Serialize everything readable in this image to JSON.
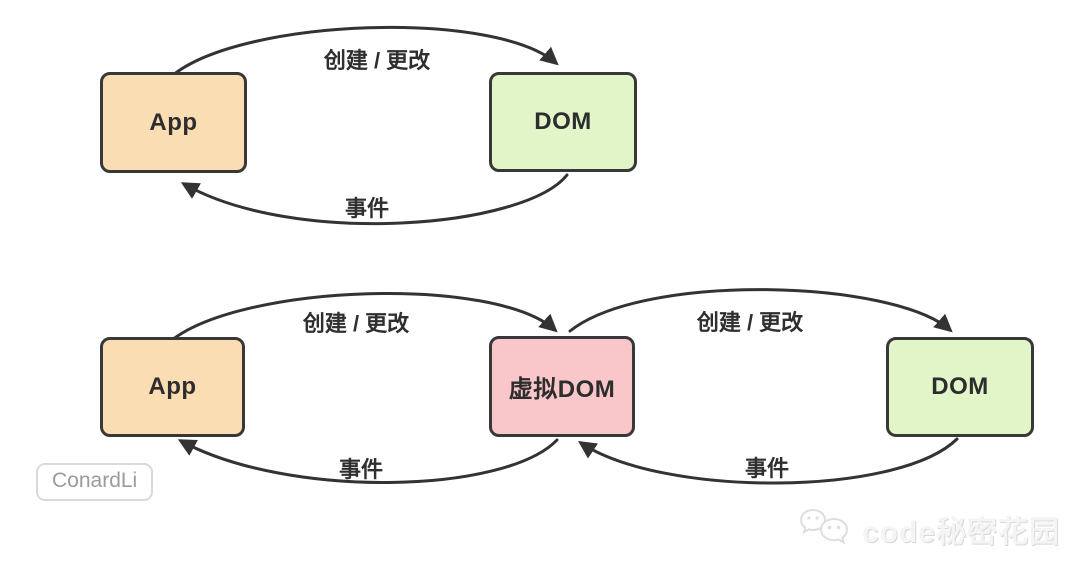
{
  "colors": {
    "app_fill": "#FBDDB4",
    "vdom_fill": "#F9C7C9",
    "dom_fill": "#E1F5C8",
    "node_border": "#383838",
    "arrow": "#333333"
  },
  "diagram1": {
    "name": "direct-dom-cycle",
    "nodes": [
      {
        "id": "app",
        "label": "App"
      },
      {
        "id": "dom",
        "label": "DOM"
      }
    ],
    "edges": [
      {
        "from": "app",
        "to": "dom",
        "label": "创建 / 更改"
      },
      {
        "from": "dom",
        "to": "app",
        "label": "事件"
      }
    ]
  },
  "diagram2": {
    "name": "virtual-dom-cycle",
    "nodes": [
      {
        "id": "app",
        "label": "App"
      },
      {
        "id": "vdom",
        "label": "虚拟DOM"
      },
      {
        "id": "dom",
        "label": "DOM"
      }
    ],
    "edges": [
      {
        "from": "app",
        "to": "vdom",
        "label": "创建 / 更改"
      },
      {
        "from": "vdom",
        "to": "dom",
        "label": "创建 / 更改"
      },
      {
        "from": "vdom",
        "to": "app",
        "label": "事件"
      },
      {
        "from": "dom",
        "to": "vdom",
        "label": "事件"
      }
    ]
  },
  "watermarks": {
    "author_badge": "ConardLi",
    "brand": "code秘密花园"
  }
}
